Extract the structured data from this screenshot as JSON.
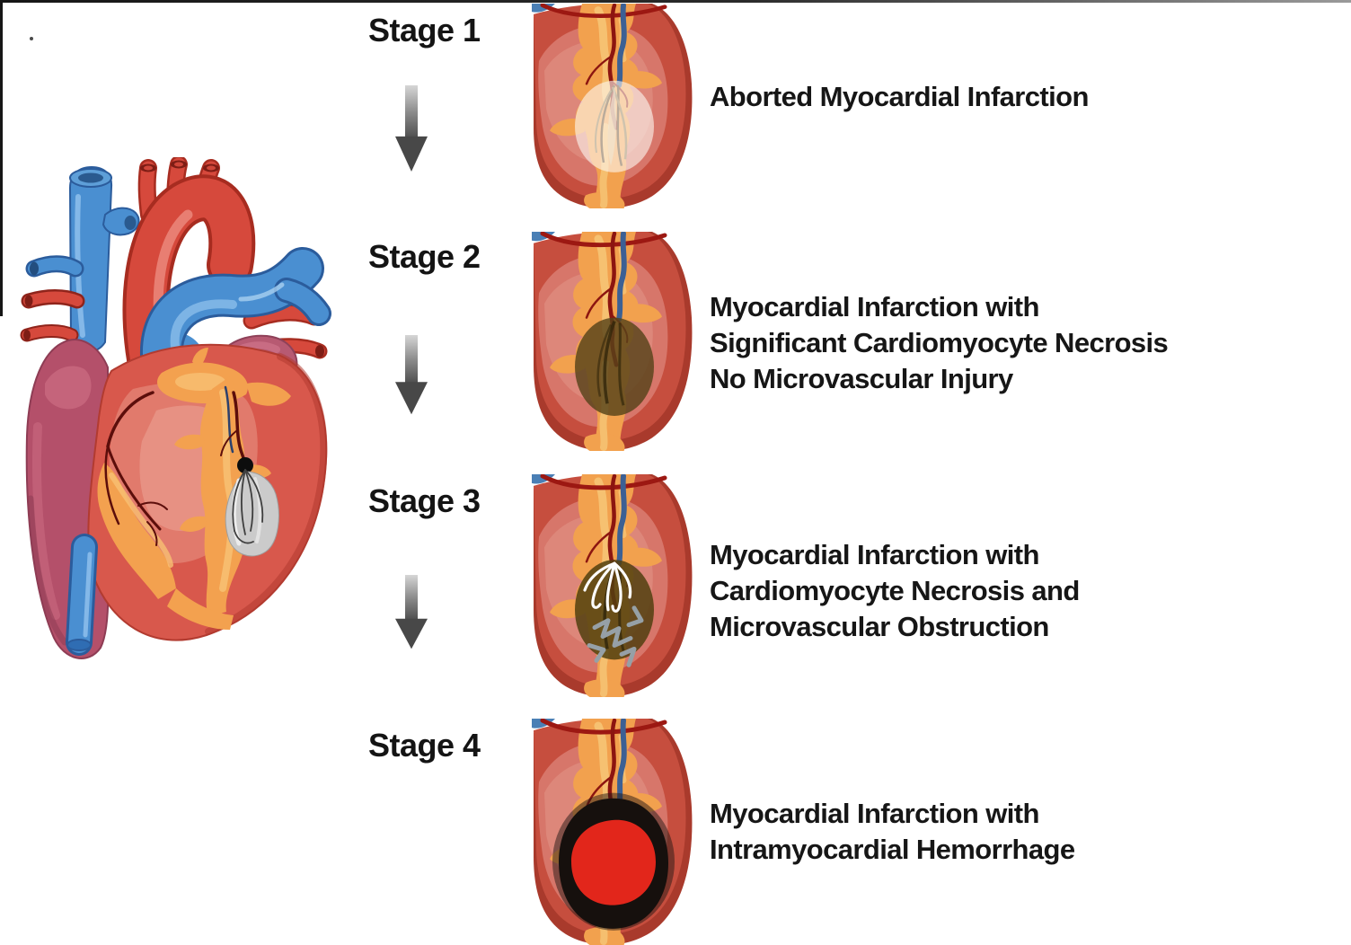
{
  "diagram": {
    "stages": [
      {
        "label": "Stage 1",
        "description_lines": [
          "Aborted Myocardial Infarction"
        ]
      },
      {
        "label": "Stage 2",
        "description_lines": [
          "Myocardial Infarction with",
          "Significant Cardiomyocyte Necrosis",
          "No Microvascular Injury"
        ]
      },
      {
        "label": "Stage 3",
        "description_lines": [
          "Myocardial Infarction with",
          "Cardiomyocyte Necrosis and",
          "Microvascular Obstruction"
        ]
      },
      {
        "label": "Stage 4",
        "description_lines": [
          "Myocardial Infarction with",
          "Intramyocardial Hemorrhage"
        ]
      }
    ],
    "palette": {
      "artery_red": "#d6493c",
      "vein_blue": "#4a8fd1",
      "atrium_mauve": "#b4506a",
      "fat_orange": "#f3a14f",
      "myocardium_red": "#c64e3e",
      "ischemia_grey": "#cbcbcb",
      "necrosis_brown": "#57431a",
      "hemorrhage_core_red": "#e2261b",
      "hemorrhage_ring_black": "#16100d",
      "arrow_grey": "#484848",
      "text_black": "#161616",
      "background": "#ffffff"
    }
  }
}
